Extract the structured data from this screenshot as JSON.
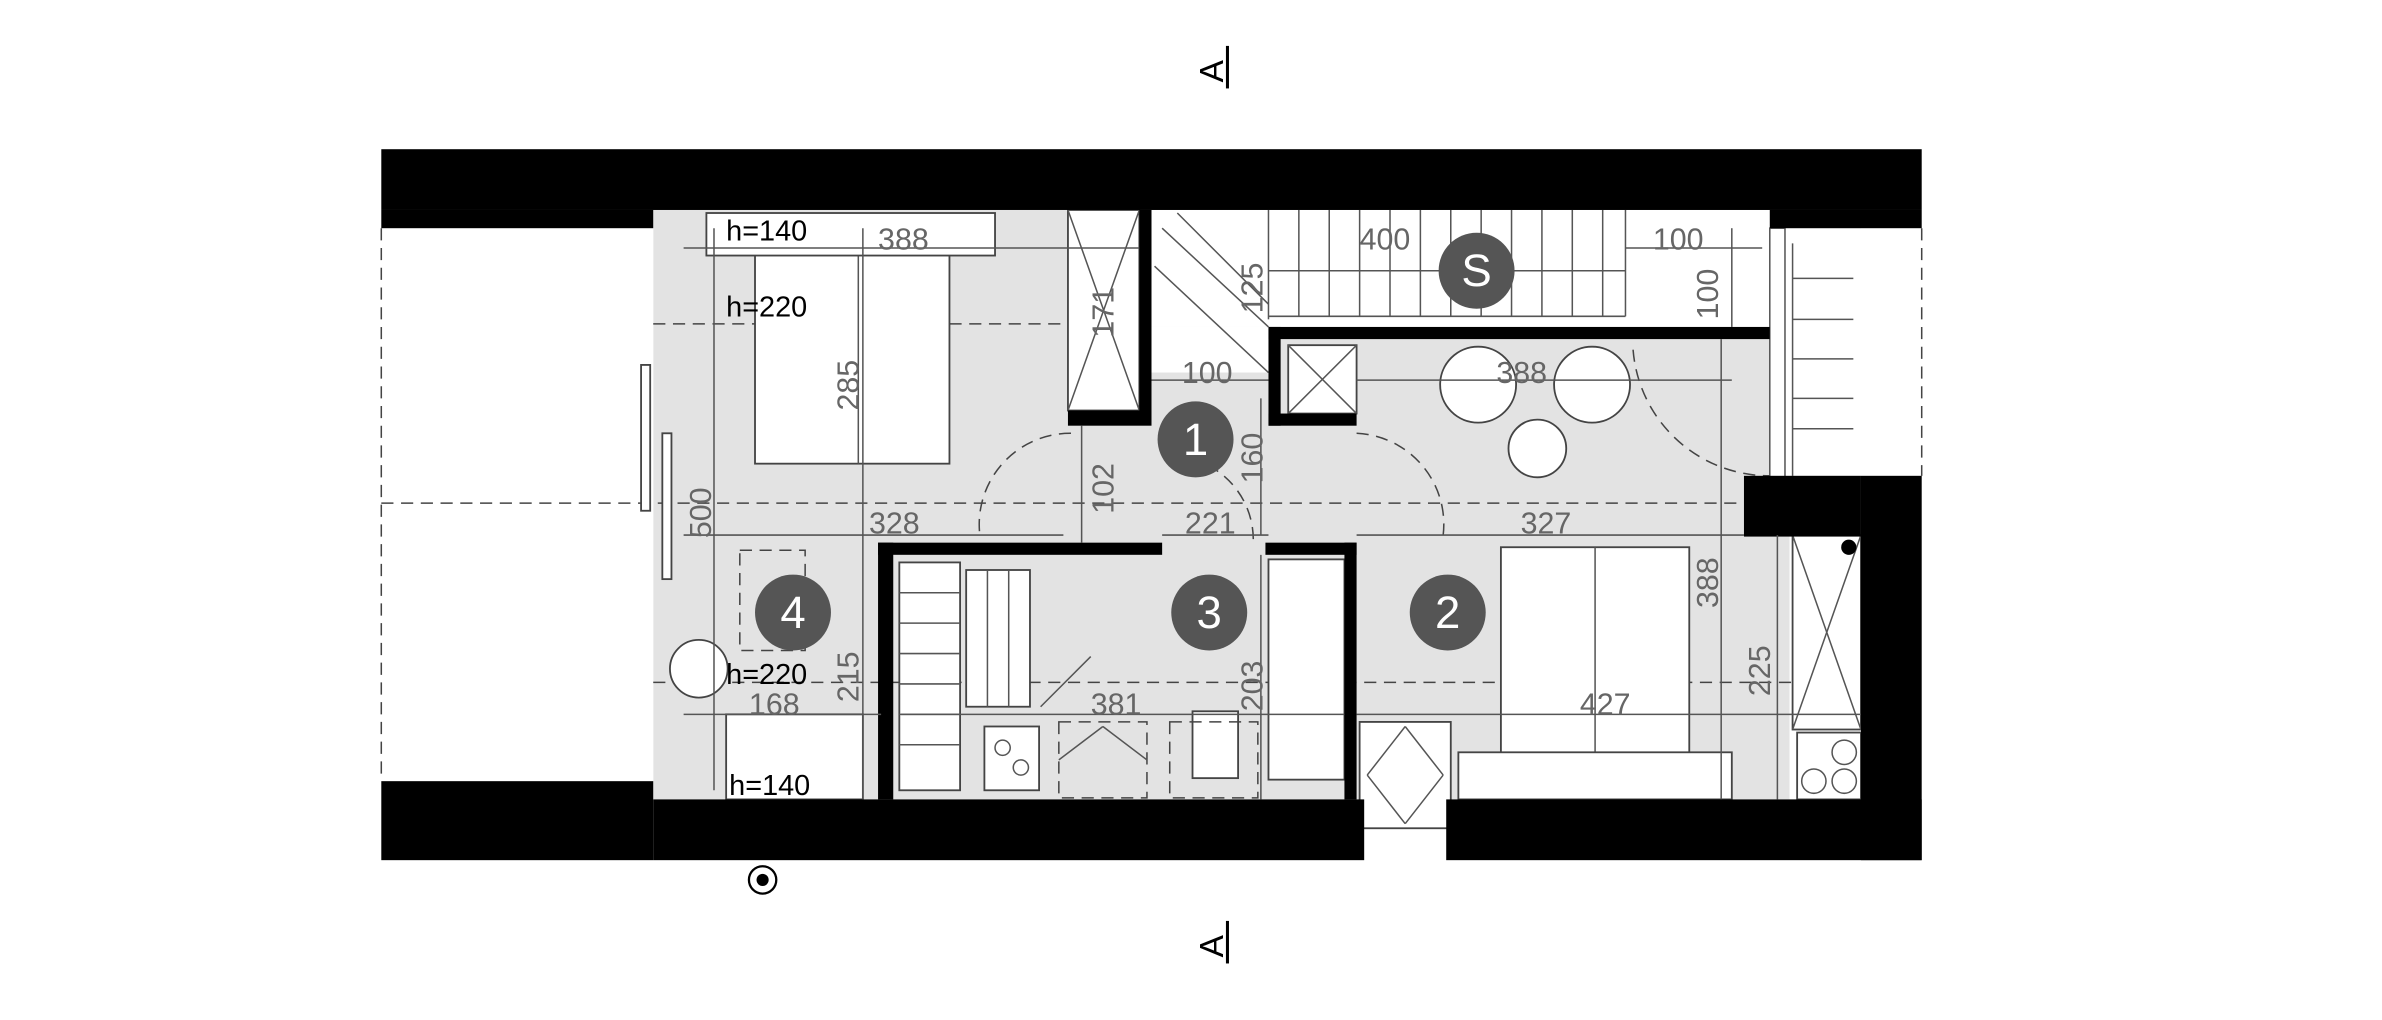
{
  "plan": {
    "section_marker": "A",
    "rooms": [
      {
        "id": "1",
        "label": "1"
      },
      {
        "id": "2",
        "label": "2"
      },
      {
        "id": "3",
        "label": "3"
      },
      {
        "id": "4",
        "label": "4"
      },
      {
        "id": "S",
        "label": "S"
      }
    ],
    "heights": {
      "h140_top": "h=140",
      "h220_top": "h=220",
      "h220_bottom": "h=220",
      "h140_bottom": "h=140"
    },
    "dimensions": {
      "room4_width_top": "388",
      "wardrobe_171": "171",
      "bed_285": "285",
      "stair_400": "400",
      "landing_100_h": "100",
      "landing_100_v": "100",
      "stair_125": "125",
      "hall_100": "100",
      "room2_388_h": "388",
      "hall_160": "160",
      "door_102": "102",
      "room4_500": "500",
      "room4_328": "328",
      "hall_221": "221",
      "room2_327": "327",
      "room2_388_v": "388",
      "kitchen_225": "225",
      "bath_381": "381",
      "bath_203": "203",
      "room4_215": "215",
      "room4_168": "168",
      "room2_427": "427"
    },
    "colors": {
      "wall": "#000000",
      "floor": "#e3e3e3",
      "room_badge": "#555555",
      "dimension": "#666666"
    }
  }
}
